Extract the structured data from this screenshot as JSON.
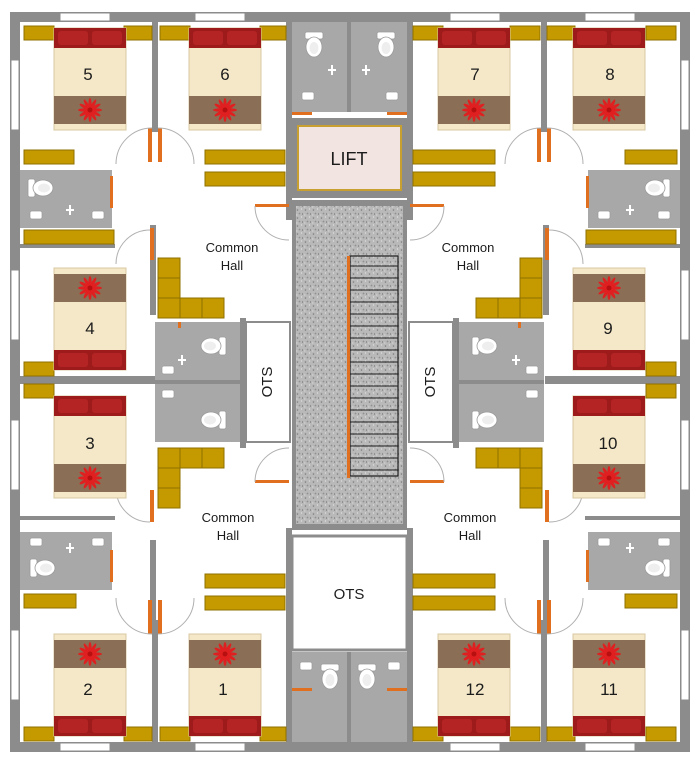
{
  "plan": {
    "lift_label": "LIFT",
    "ots_label": "OTS",
    "common_hall": {
      "line1": "Common",
      "line2": "Hall"
    },
    "rooms": [
      {
        "number": "1"
      },
      {
        "number": "2"
      },
      {
        "number": "3"
      },
      {
        "number": "4"
      },
      {
        "number": "5"
      },
      {
        "number": "6"
      },
      {
        "number": "7"
      },
      {
        "number": "8"
      },
      {
        "number": "9"
      },
      {
        "number": "10"
      },
      {
        "number": "11"
      },
      {
        "number": "12"
      }
    ]
  },
  "colors": {
    "wall": "#8c8c8c",
    "wardrobe": "#c49a00",
    "bed_cover": "#f4e8c8",
    "bed_head": "#9e1b1b",
    "bed_runner": "#8a6e55",
    "flower": "#e02020",
    "bath_floor": "#a8a8a8",
    "door": "#e07020",
    "lift_box": "#f2e4e0",
    "lift_border": "#c8a030",
    "stair_granite": "#b8b8b8"
  }
}
